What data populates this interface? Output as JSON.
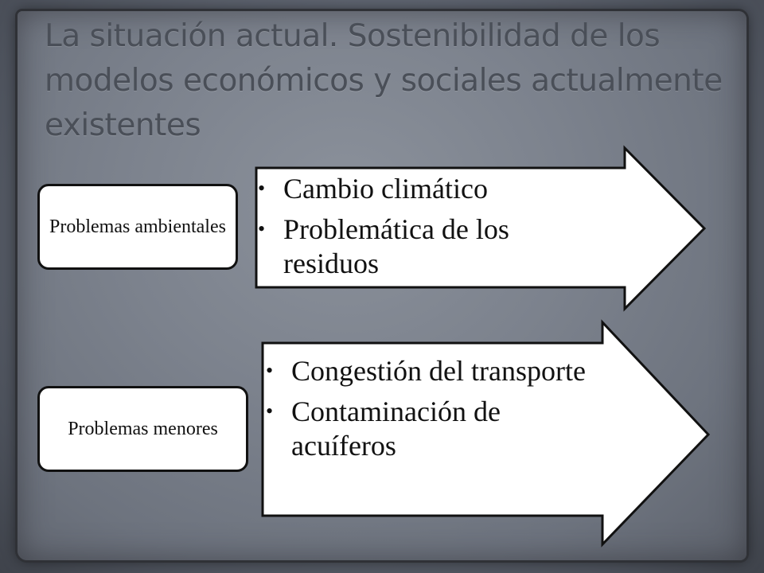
{
  "slide": {
    "title": "La situación actual. Sostenibilidad de los modelos económicos y sociales actualmente existentes"
  },
  "groups": [
    {
      "label": "Problemas ambientales",
      "items": [
        "Cambio climático",
        "Problemática de los residuos"
      ]
    },
    {
      "label": "Problemas menores",
      "items": [
        "Congestión del transporte",
        "Contaminación de acuíferos"
      ]
    }
  ],
  "colors": {
    "background": "#7c828d",
    "frame": "#3b3b3e",
    "title": "#4a4f58",
    "box_fill": "#ffffff",
    "box_border": "#111111"
  }
}
